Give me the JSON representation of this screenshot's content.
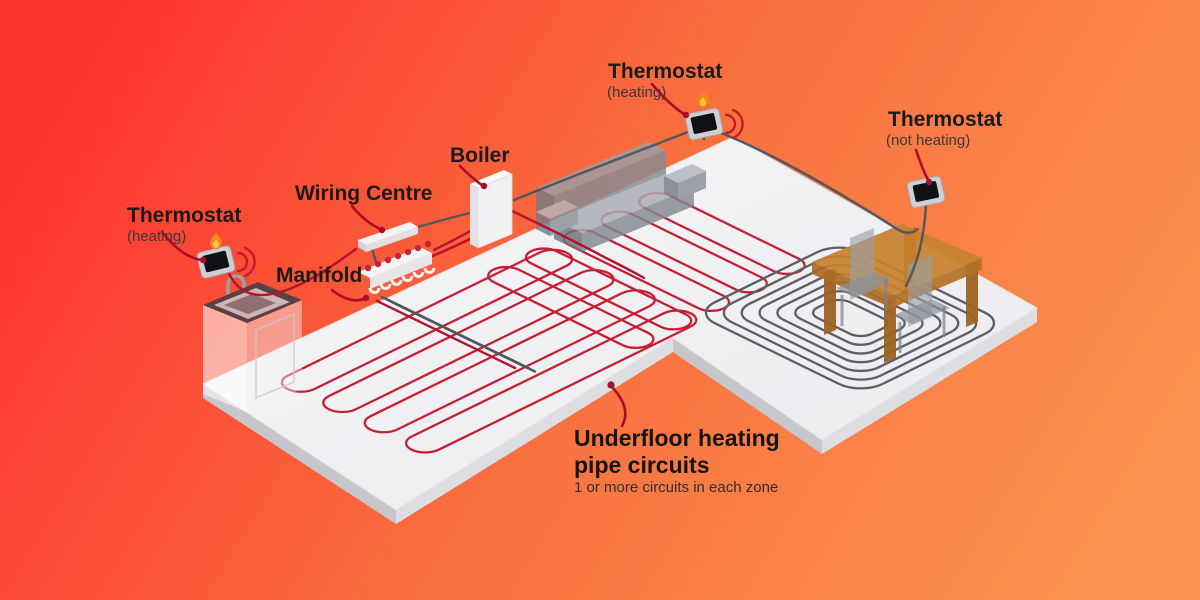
{
  "background": {
    "gradient_left": "#fe3430",
    "gradient_mid": "#f8703e",
    "gradient_right": "#fc9251"
  },
  "palette": {
    "pipe_red": "#c41f34",
    "pipe_grey": "#5a5f66",
    "wire_grey": "#53575d",
    "leader_red": "#ab0c2b",
    "floor_top": "#f2f2f4",
    "floor_side_dark": "#c6c6cb",
    "floor_side_light": "#dedee2",
    "flame_orange": "#f5831f",
    "flame_yellow": "#ffc53d",
    "label_color": "#1b1b1b"
  },
  "labels": {
    "thermostat_left": {
      "title": "Thermostat",
      "status": "(heating)"
    },
    "thermostat_top": {
      "title": "Thermostat",
      "status": "(heating)"
    },
    "thermostat_right": {
      "title": "Thermostat",
      "status": "(not heating)"
    },
    "wiring_centre": {
      "title": "Wiring Centre"
    },
    "boiler": {
      "title": "Boiler"
    },
    "manifold": {
      "title": "Manifold"
    },
    "underfloor": {
      "title_line1": "Underfloor heating",
      "title_line2": "pipe circuits",
      "subtitle": "1 or more circuits in each zone"
    }
  },
  "zones": [
    {
      "name": "left",
      "pipe_style": "red serpentine circuit",
      "heating": true
    },
    {
      "name": "centre",
      "pipe_style": "red serpentine circuit",
      "heating": true
    },
    {
      "name": "right",
      "pipe_style": "grey spiral circuit",
      "heating": false
    }
  ],
  "icons": [
    "flame-icon",
    "wifi-icon",
    "thermostat-device",
    "boiler-device",
    "wiring-centre-device",
    "manifold-device",
    "sofa",
    "dining-table",
    "chair",
    "sink-unit"
  ]
}
